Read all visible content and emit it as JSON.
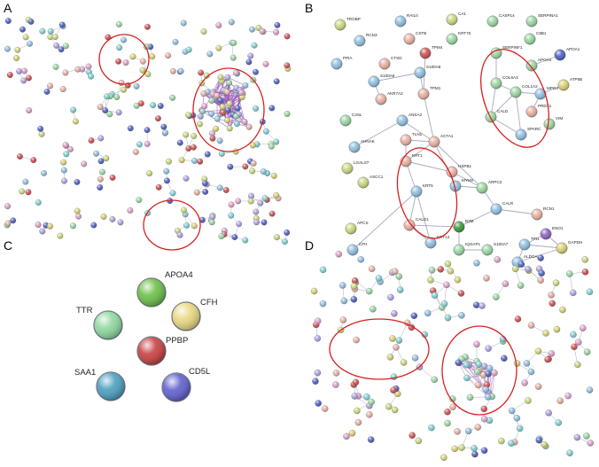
{
  "panels": [
    {
      "letter": "A"
    },
    {
      "letter": "B"
    },
    {
      "letter": "C"
    },
    {
      "letter": "D"
    }
  ],
  "colors": {
    "highlight_ring": "#d62020",
    "edge": "#8a8fa8",
    "edge_strong": "#9b59b6"
  },
  "panel_b": {
    "nodes": [
      {
        "label": "TROBP",
        "c": "#c8d87a"
      },
      {
        "label": "RAI14",
        "c": "#8fbfe0"
      },
      {
        "label": "CA1",
        "c": "#c8d87a"
      },
      {
        "label": "CASP14",
        "c": "#9ad6a0"
      },
      {
        "label": "SERPINA1",
        "c": "#9ad6a0"
      },
      {
        "label": "RCN3",
        "c": "#8fbfe0"
      },
      {
        "label": "CSTB",
        "c": "#e8b0a0"
      },
      {
        "label": "KRT70",
        "c": "#9ad6a0"
      },
      {
        "label": "C8B1",
        "c": "#9ad6a0"
      },
      {
        "label": "PPIA",
        "c": "#8fbfe0"
      },
      {
        "label": "CTSD",
        "c": "#e8b0a0"
      },
      {
        "label": "TPM4",
        "c": "#d05050"
      },
      {
        "label": "SERPINF1",
        "c": "#9ad6a0"
      },
      {
        "label": "APOA1",
        "c": "#5060c0"
      },
      {
        "label": "APOA4",
        "c": "#9ad6a0"
      },
      {
        "label": "S100A8",
        "c": "#8fbfe0"
      },
      {
        "label": "S100A9",
        "c": "#8fbfe0"
      },
      {
        "label": "COL6A3",
        "c": "#9ad6a0"
      },
      {
        "label": "ATP5B",
        "c": "#d8d070"
      },
      {
        "label": "AKR7A2",
        "c": "#e8b0a0"
      },
      {
        "label": "TPM1",
        "c": "#e8b0a0"
      },
      {
        "label": "C2SL",
        "c": "#9ad6a0"
      },
      {
        "label": "COL1A2",
        "c": "#9ad6a0"
      },
      {
        "label": "MPO4",
        "c": "#8fbfe0"
      },
      {
        "label": "PRDX1",
        "c": "#e8b0a0"
      },
      {
        "label": "AHNAK",
        "c": "#8fbfe0"
      },
      {
        "label": "ANXA2",
        "c": "#8fbfe0"
      },
      {
        "label": "CALD",
        "c": "#9ad6a0"
      },
      {
        "label": "VIM",
        "c": "#9ad6a0"
      },
      {
        "label": "SPARC",
        "c": "#8fbfe0"
      },
      {
        "label": "TLN1",
        "c": "#e8b0a0"
      },
      {
        "label": "ACTA1",
        "c": "#e8b0a0"
      },
      {
        "label": "LGALS7",
        "c": "#c8d87a"
      },
      {
        "label": "ASCC1",
        "c": "#c8d87a"
      },
      {
        "label": "KRT1",
        "c": "#e8b0a0"
      },
      {
        "label": "HSPB1",
        "c": "#e8b0a0"
      },
      {
        "label": "MYH9",
        "c": "#8fbfe0"
      },
      {
        "label": "ARPC2",
        "c": "#9ad6a0"
      },
      {
        "label": "CALR",
        "c": "#8fbfe0"
      },
      {
        "label": "RCN1",
        "c": "#e8b0a0"
      },
      {
        "label": "KRT5",
        "c": "#8fbfe0"
      },
      {
        "label": "B2M",
        "c": "#3a9a3a"
      },
      {
        "label": "ENO1",
        "c": "#9060c0"
      },
      {
        "label": "APCS",
        "c": "#c8d87a"
      },
      {
        "label": "CALD1",
        "c": "#e8b0a0"
      },
      {
        "label": "IQGAP1",
        "c": "#9ad6a0"
      },
      {
        "label": "TPI1",
        "c": "#8fbfe0"
      },
      {
        "label": "GAPDH",
        "c": "#d8d070"
      },
      {
        "label": "CFH",
        "c": "#8fbfe0"
      },
      {
        "label": "KRT14",
        "c": "#8fbfe0"
      },
      {
        "label": "S100A7",
        "c": "#9ad6a0"
      },
      {
        "label": "ALDOA",
        "c": "#8fbfe0"
      }
    ]
  },
  "panel_c": {
    "nodes": [
      {
        "label": "APOA4",
        "c": "#6cc04a"
      },
      {
        "label": "CFH",
        "c": "#e8d880"
      },
      {
        "label": "TTR",
        "c": "#8fd8a0"
      },
      {
        "label": "PPBP",
        "c": "#c84040"
      },
      {
        "label": "SAA1",
        "c": "#4aa0c0"
      },
      {
        "label": "CD5L",
        "c": "#6060d0"
      }
    ]
  }
}
